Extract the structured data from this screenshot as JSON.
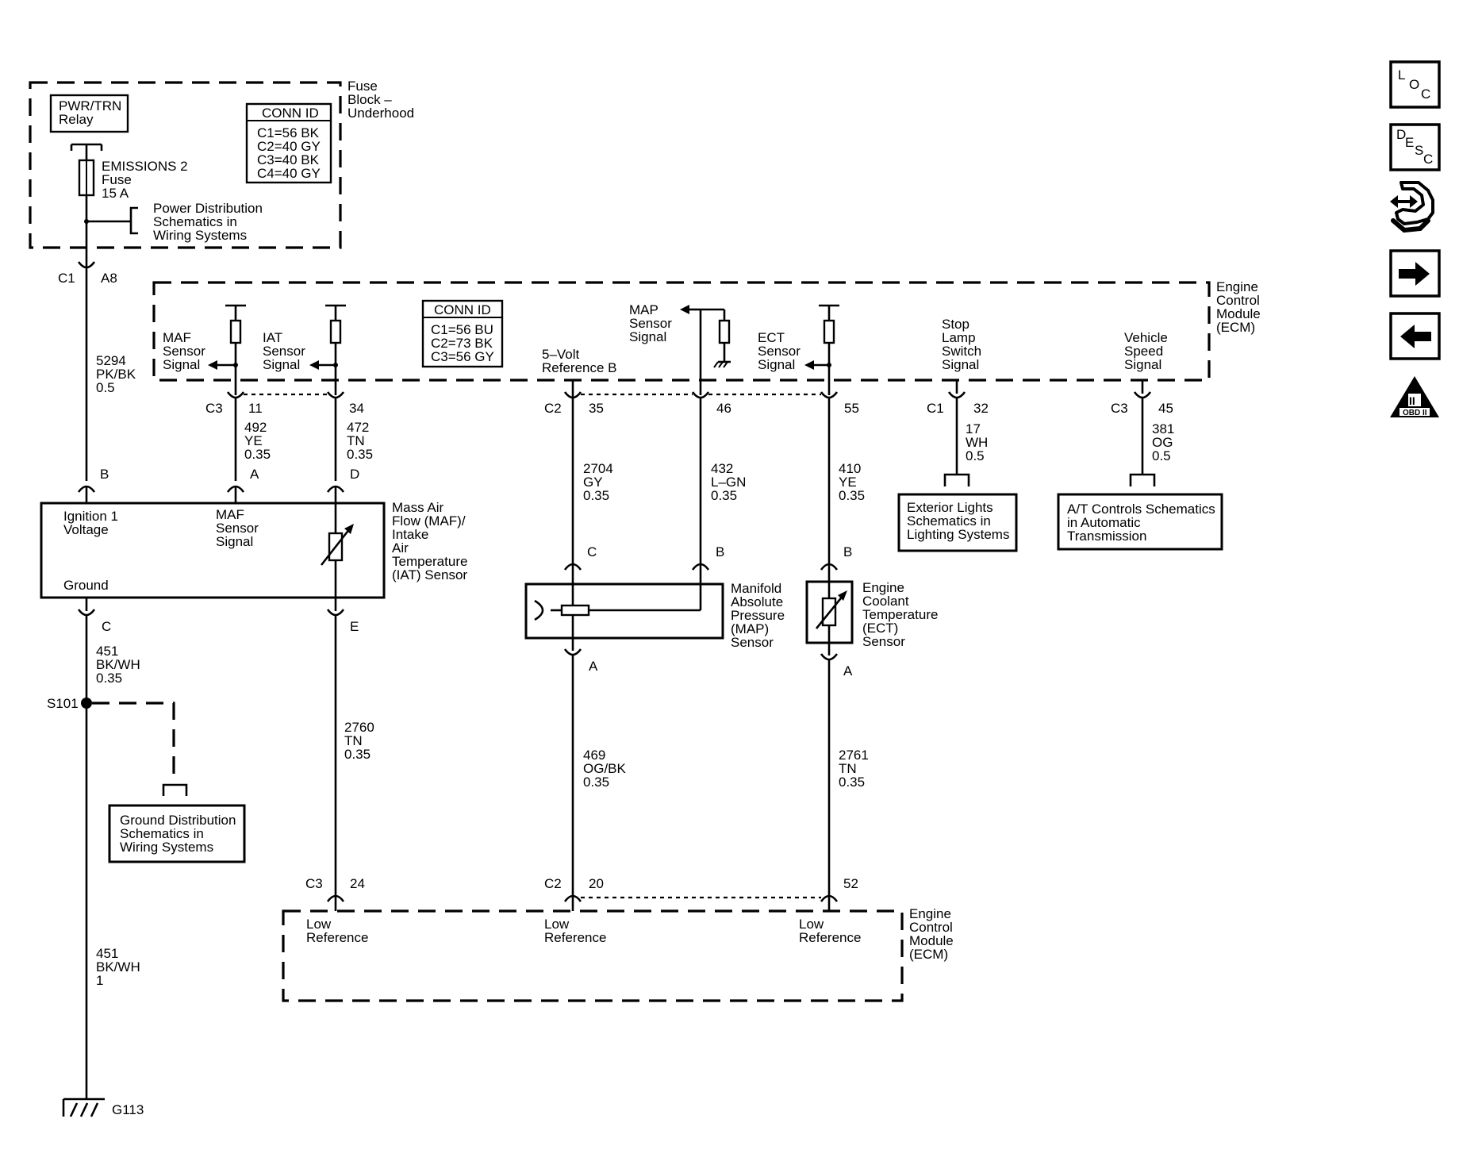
{
  "fuse_block": {
    "label": [
      "Fuse",
      "Block –",
      "Underhood"
    ],
    "relay": [
      "PWR/TRN",
      "Relay"
    ],
    "fuse": [
      "EMISSIONS 2",
      "Fuse",
      "15 A"
    ],
    "power_dist": [
      "Power Distribution",
      "Schematics in",
      "Wiring Systems"
    ],
    "conn_id": {
      "title": "CONN ID",
      "rows": [
        "C1=56 BK",
        "C2=40 GY",
        "C3=40 BK",
        "C4=40 GY"
      ]
    },
    "out_conn": "C1",
    "out_pin": "A8"
  },
  "ecm_top": {
    "label": [
      "Engine",
      "Control",
      "Module",
      "(ECM)"
    ],
    "conn_id": {
      "title": "CONN ID",
      "rows": [
        "C1=56 BU",
        "C2=73 BK",
        "C3=56 GY"
      ]
    },
    "maf_signal": [
      "MAF",
      "Sensor",
      "Signal"
    ],
    "iat_signal": [
      "IAT",
      "Sensor",
      "Signal"
    ],
    "five_volt": [
      "5–Volt",
      "Reference B"
    ],
    "map_signal": [
      "MAP",
      "Sensor",
      "Signal"
    ],
    "ect_signal": [
      "ECT",
      "Sensor",
      "Signal"
    ],
    "stop_lamp": [
      "Stop",
      "Lamp",
      "Switch",
      "Signal"
    ],
    "vehicle_speed": [
      "Vehicle",
      "Speed",
      "Signal"
    ]
  },
  "pins_top": {
    "c3": "C3",
    "c3_11": "11",
    "c3_34": "34",
    "c2": "C2",
    "c2_35": "35",
    "c2_46": "46",
    "c2_55": "55",
    "c1": "C1",
    "c1_32": "32",
    "c3b": "C3",
    "c3_45": "45"
  },
  "wires": {
    "w5294": [
      "5294",
      "PK/BK",
      "0.5"
    ],
    "w492": [
      "492",
      "YE",
      "0.35"
    ],
    "w472": [
      "472",
      "TN",
      "0.35"
    ],
    "w2704": [
      "2704",
      "GY",
      "0.35"
    ],
    "w432": [
      "432",
      "L–GN",
      "0.35"
    ],
    "w410": [
      "410",
      "YE",
      "0.35"
    ],
    "w17": [
      "17",
      "WH",
      "0.5"
    ],
    "w381": [
      "381",
      "OG",
      "0.5"
    ],
    "w451a": [
      "451",
      "BK/WH",
      "0.35"
    ],
    "w2760": [
      "2760",
      "TN",
      "0.35"
    ],
    "w469": [
      "469",
      "OG/BK",
      "0.35"
    ],
    "w2761": [
      "2761",
      "TN",
      "0.35"
    ],
    "w451b": [
      "451",
      "BK/WH",
      "1"
    ]
  },
  "maf_sensor": {
    "label": [
      "Mass Air",
      "Flow (MAF)/",
      "Intake",
      "Air",
      "Temperature",
      "(IAT) Sensor"
    ],
    "ignition": [
      "Ignition 1",
      "Voltage"
    ],
    "maf_signal": [
      "MAF",
      "Sensor",
      "Signal"
    ],
    "ground": "Ground",
    "pin_b": "B",
    "pin_a": "A",
    "pin_d": "D",
    "pin_c": "C",
    "pin_e": "E"
  },
  "map_sensor": {
    "label": [
      "Manifold",
      "Absolute",
      "Pressure",
      "(MAP)",
      "Sensor"
    ],
    "pin_c": "C",
    "pin_b": "B",
    "pin_a": "A"
  },
  "ect_sensor": {
    "label": [
      "Engine",
      "Coolant",
      "Temperature",
      "(ECT)",
      "Sensor"
    ],
    "pin_b": "B",
    "pin_a": "A"
  },
  "ref_boxes": {
    "exterior": [
      "Exterior Lights",
      "Schematics in",
      "Lighting Systems"
    ],
    "at_controls": [
      "A/T Controls Schematics",
      "in Automatic",
      "Transmission"
    ],
    "ground_dist": [
      "Ground Distribution",
      "Schematics in",
      "Wiring Systems"
    ]
  },
  "splice": "S101",
  "ground": "G113",
  "ecm_bottom": {
    "label": [
      "Engine",
      "Control",
      "Module",
      "(ECM)"
    ],
    "low_ref": [
      "Low",
      "Reference"
    ],
    "c3": "C3",
    "c3_24": "24",
    "c2": "C2",
    "c2_20": "20",
    "c2_52": "52"
  },
  "nav": {
    "loc": [
      "L",
      "O",
      "C"
    ],
    "desc": [
      "D",
      "E",
      "S",
      "C"
    ],
    "obd": "OBD II",
    "obd_mark": "II"
  }
}
